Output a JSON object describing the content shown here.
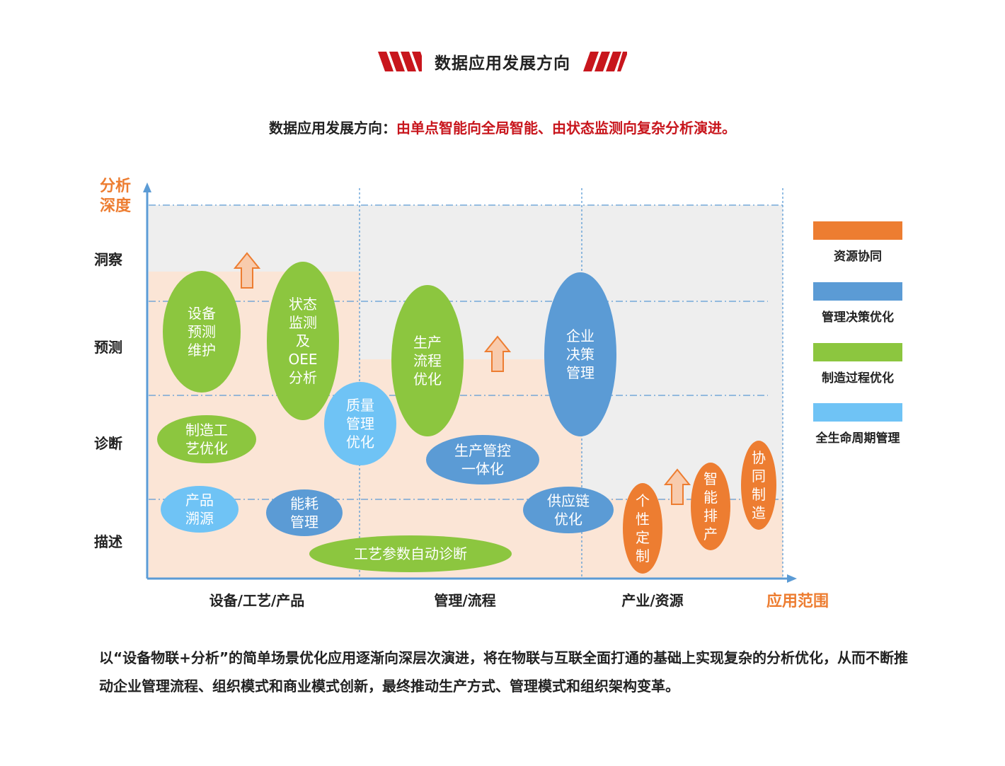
{
  "header": {
    "title": "数据应用发展方向"
  },
  "subtitle": {
    "prefix": "数据应用发展方向：",
    "highlight": "由单点智能向全局智能、由状态监测向复杂分析演进。"
  },
  "colors": {
    "accent_red": "#c8161d",
    "axis_title": "#ed7d31",
    "axis": "#5b9bd5",
    "resource": "#ed7d31",
    "management": "#5b9bd5",
    "manufacturing": "#8cc63f",
    "lifecycle": "#6fc3f5",
    "band_peach": "#fbe5d6",
    "band_gray": "#eeeeee"
  },
  "chart_data": {
    "type": "diagram",
    "y_axis_title": "分析深度",
    "x_axis_title": "应用范围",
    "y_levels": [
      "洞察",
      "预测",
      "诊断",
      "描述"
    ],
    "x_categories": [
      "设备/工艺/产品",
      "管理/流程",
      "产业/资源"
    ],
    "legend": [
      {
        "label": "资源协同",
        "color": "#ed7d31"
      },
      {
        "label": "管理决策优化",
        "color": "#5b9bd5"
      },
      {
        "label": "制造过程优化",
        "color": "#8cc63f"
      },
      {
        "label": "全生命周期管理",
        "color": "#6fc3f5"
      }
    ],
    "nodes": [
      {
        "lines": [
          "设备",
          "预测",
          "维护"
        ],
        "category": "制造过程优化"
      },
      {
        "lines": [
          "状态",
          "监测",
          "及",
          "OEE",
          "分析"
        ],
        "category": "制造过程优化"
      },
      {
        "lines": [
          "制造工",
          "艺优化"
        ],
        "category": "制造过程优化"
      },
      {
        "lines": [
          "质量",
          "管理",
          "优化"
        ],
        "category": "全生命周期管理"
      },
      {
        "lines": [
          "产品",
          "溯源"
        ],
        "category": "全生命周期管理"
      },
      {
        "lines": [
          "能耗",
          "管理"
        ],
        "category": "管理决策优化"
      },
      {
        "lines": [
          "工艺参数自动诊断"
        ],
        "category": "制造过程优化"
      },
      {
        "lines": [
          "生产",
          "流程",
          "优化"
        ],
        "category": "制造过程优化"
      },
      {
        "lines": [
          "生产管控",
          "一体化"
        ],
        "category": "管理决策优化"
      },
      {
        "lines": [
          "企业",
          "决策",
          "管理"
        ],
        "category": "管理决策优化"
      },
      {
        "lines": [
          "供应链",
          "优化"
        ],
        "category": "管理决策优化"
      },
      {
        "lines": [
          "个",
          "性",
          "定",
          "制"
        ],
        "category": "资源协同"
      },
      {
        "lines": [
          "智",
          "能",
          "排",
          "产"
        ],
        "category": "资源协同"
      },
      {
        "lines": [
          "协",
          "同",
          "制",
          "造"
        ],
        "category": "资源协同"
      }
    ]
  },
  "bottom_text": "以“设备物联+分析”的简单场景优化应用逐渐向深层次演进，将在物联与互联全面打通的基础上实现复杂的分析优化，从而不断推动企业管理流程、组织模式和商业模式创新，最终推动生产方式、管理模式和组织架构变革。"
}
